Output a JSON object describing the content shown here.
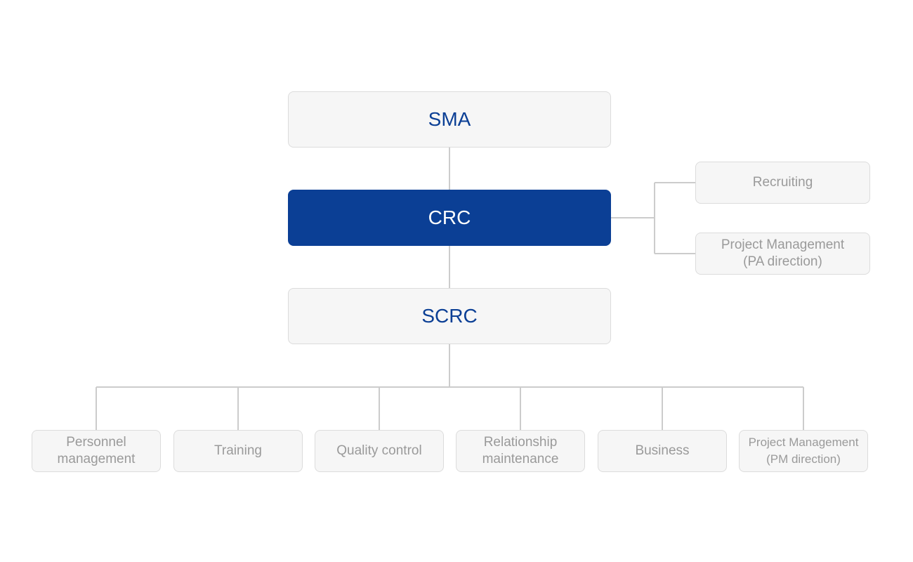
{
  "chart": {
    "levels": {
      "top": "SMA",
      "middle": "CRC",
      "lower": "SCRC"
    },
    "crc_branches": [
      "Recruiting",
      "Project Management\n(PA direction)"
    ],
    "scrc_branches": [
      "Personnel\nmanagement",
      "Training",
      "Quality control",
      "Relationship\nmaintenance",
      "Business",
      "Project Management\n(PM direction)"
    ]
  },
  "colors": {
    "primary": "#0b3f95",
    "box_fill": "#f6f6f6",
    "box_border": "#dcdcdc",
    "line": "#cccccc",
    "muted_text": "#9a9a9a"
  }
}
